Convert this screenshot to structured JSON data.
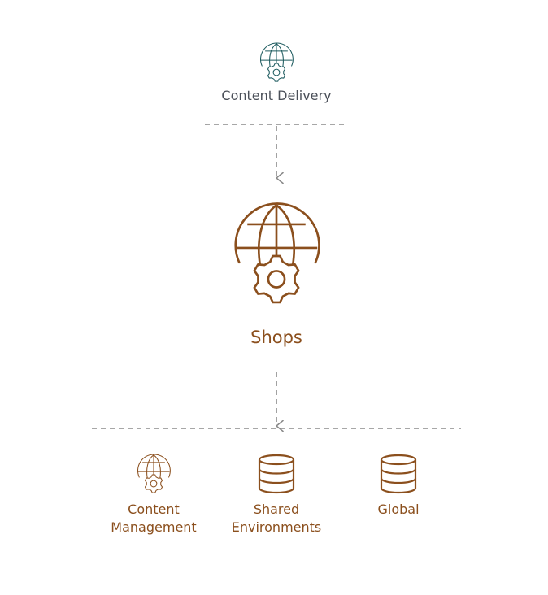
{
  "colors": {
    "accent": "#8b4f1d",
    "teal": "#1c5a5e",
    "dash": "#8a8a8a",
    "label_gray": "#4a4f58"
  },
  "top_node": {
    "label": "Content Delivery",
    "icon": "globe-gear-icon"
  },
  "main_node": {
    "label": "Shops",
    "icon": "globe-gear-icon"
  },
  "children": [
    {
      "line1": "Content",
      "line2": "Management",
      "icon": "globe-gear-icon"
    },
    {
      "line1": "Shared",
      "line2": "Environments",
      "icon": "database-icon"
    },
    {
      "line1": "Global",
      "line2": "",
      "icon": "database-icon"
    }
  ]
}
